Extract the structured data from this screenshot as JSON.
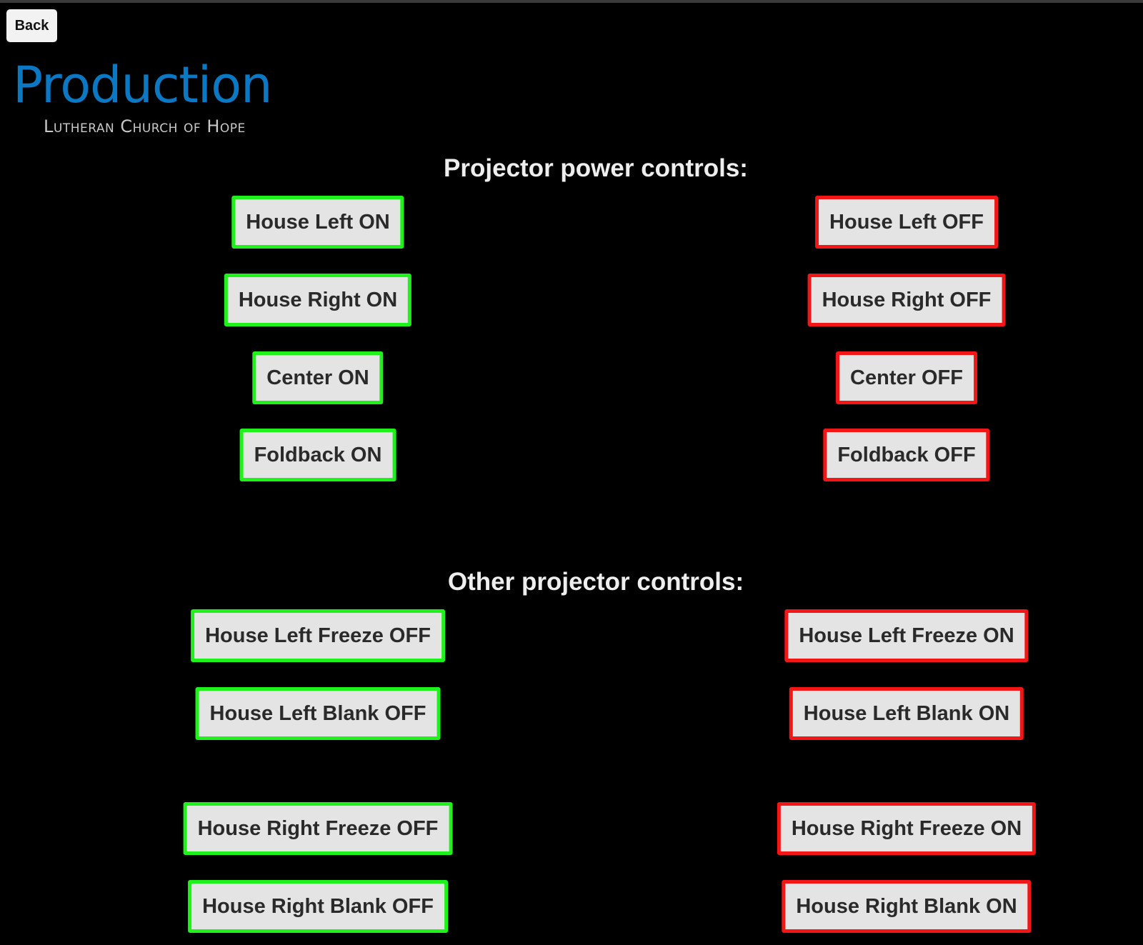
{
  "nav": {
    "back_label": "Back"
  },
  "logo": {
    "title": "Production",
    "subtitle": "Lutheran Church of Hope",
    "title_color": "#0a78c3",
    "subtitle_color": "#c8c8c8"
  },
  "colors": {
    "on_border": "#1ff21a",
    "off_border": "#f21616",
    "button_bg": "#e4e4e4",
    "page_bg": "#000000"
  },
  "power_section": {
    "title": "Projector power controls:",
    "buttons": [
      {
        "on": "House Left ON",
        "off": "House Left OFF"
      },
      {
        "on": "House Right ON",
        "off": "House Right OFF"
      },
      {
        "on": "Center ON",
        "off": "Center OFF"
      },
      {
        "on": "Foldback ON",
        "off": "Foldback OFF"
      }
    ]
  },
  "other_section": {
    "title": "Other projector controls:",
    "buttons": [
      {
        "left": "House Left Freeze OFF",
        "right": "House Left Freeze ON"
      },
      {
        "left": "House Left Blank OFF",
        "right": "House Left Blank ON"
      },
      {
        "left": "House Right Freeze OFF",
        "right": "House Right Freeze ON"
      },
      {
        "left": "House Right Blank OFF",
        "right": "House Right Blank ON"
      }
    ]
  }
}
